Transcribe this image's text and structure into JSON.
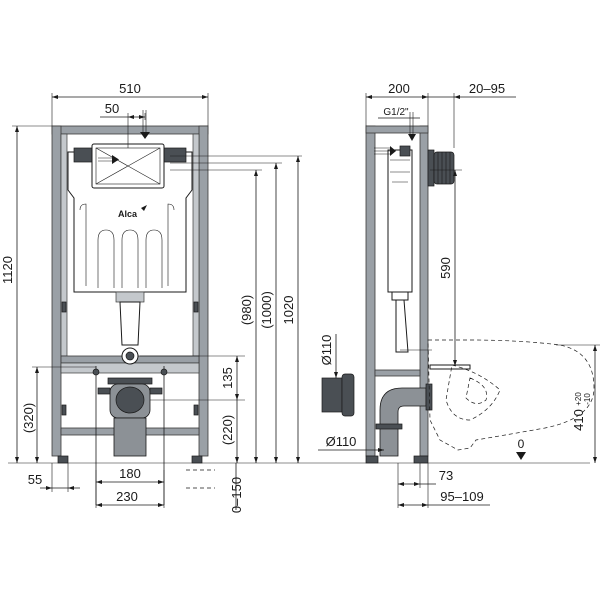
{
  "dimensions": {
    "front_width": "510",
    "offset_50": "50",
    "side_depth": "200",
    "valve": "G1/2\"",
    "adjust_20_95": "20–95",
    "height_1120": "1120",
    "h_980": "(980)",
    "h_1000": "(1000)",
    "h_1020": "1020",
    "h_320": "(320)",
    "h_135": "135",
    "h_220": "(220)",
    "h_590": "590",
    "d_55": "55",
    "d_180": "180",
    "d_230": "230",
    "d_0_150": "0–150",
    "dia_110_top": "Ø110",
    "dia_110_bottom": "Ø110",
    "d_73": "73",
    "d_95_109": "95–109",
    "h_410": "410",
    "tol_plus": "+20",
    "tol_minus": "-10",
    "zero": "0"
  },
  "brand": {
    "logo_text": "Alca"
  }
}
